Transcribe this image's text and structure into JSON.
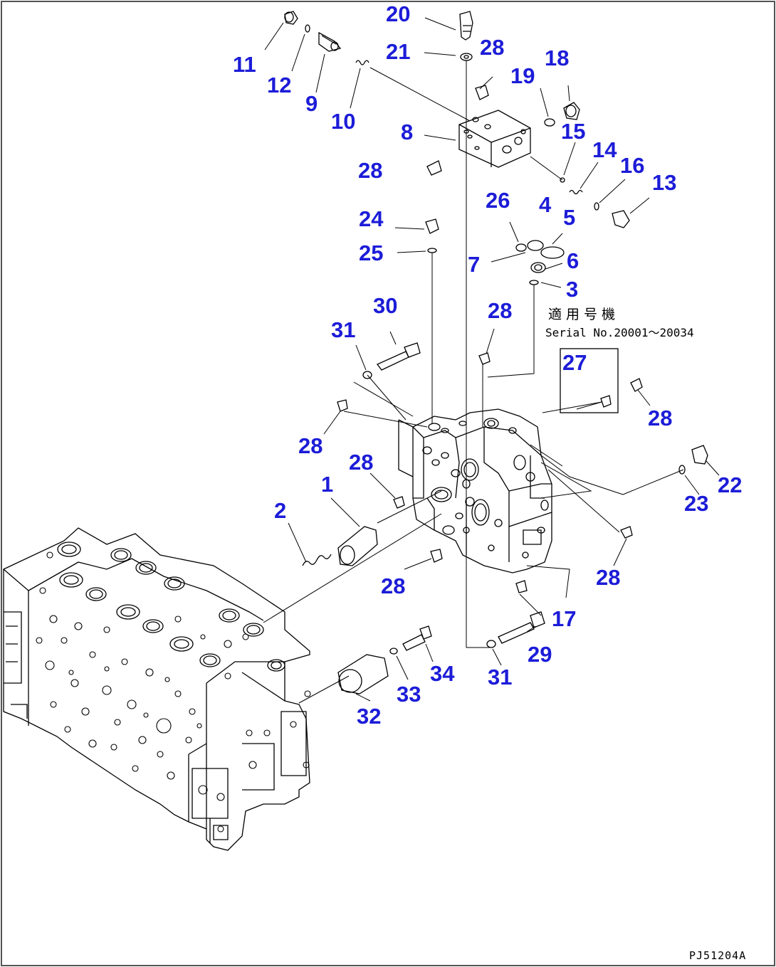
{
  "drawing": {
    "code": "PJ51204A",
    "applicability_label": "適用号機",
    "serial_range": "Serial No.20001～20034",
    "boxed_part": "27"
  },
  "callouts": {
    "c1": "1",
    "c2": "2",
    "c3": "3",
    "c4": "4",
    "c5": "5",
    "c6": "6",
    "c7": "7",
    "c8": "8",
    "c9": "9",
    "c10": "10",
    "c11": "11",
    "c12": "12",
    "c13": "13",
    "c14": "14",
    "c15": "15",
    "c16": "16",
    "c17": "17",
    "c18": "18",
    "c19": "19",
    "c20": "20",
    "c21": "21",
    "c22": "22",
    "c23": "23",
    "c24": "24",
    "c25": "25",
    "c26": "26",
    "c27": "27",
    "c28": "28",
    "c29": "29",
    "c30": "30",
    "c31": "31",
    "c32": "32",
    "c33": "33",
    "c34": "34"
  },
  "colors": {
    "callout": "#1c1cd8",
    "line": "#000000",
    "border": "#555555"
  }
}
